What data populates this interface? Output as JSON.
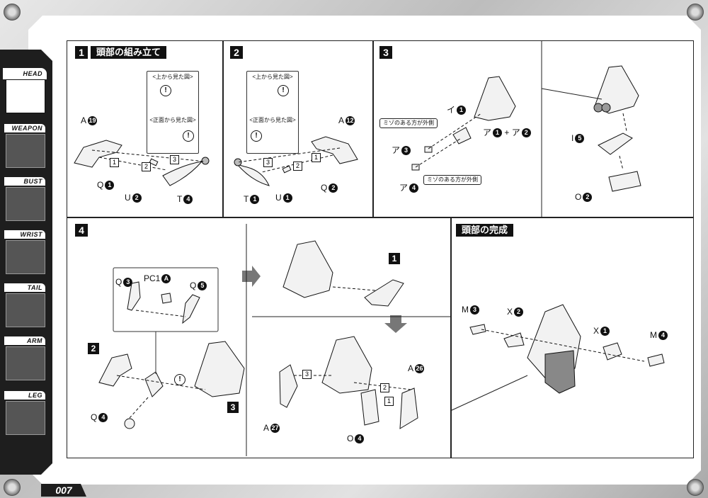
{
  "sidebar": {
    "items": [
      {
        "label": "HEAD",
        "active": true
      },
      {
        "label": "WEAPON",
        "active": false
      },
      {
        "label": "BUST",
        "active": false
      },
      {
        "label": "WRIST",
        "active": false
      },
      {
        "label": "TAIL",
        "active": false
      },
      {
        "label": "ARM",
        "active": false
      },
      {
        "label": "LEG",
        "active": false
      }
    ]
  },
  "page_number": "007",
  "steps": {
    "s1": {
      "badge": "1",
      "title": "頭部の組み立て",
      "callout": {
        "top_title": "<上から見た図>",
        "bottom_title": "<正面から見た図>"
      },
      "parts": {
        "a": "A",
        "a_num": "19",
        "q": "Q",
        "q_num": "1",
        "u": "U",
        "u_num": "2",
        "t": "T",
        "t_num": "4"
      },
      "seq": [
        "1",
        "2",
        "3"
      ]
    },
    "s2": {
      "badge": "2",
      "callout": {
        "top_title": "<上から見た図>",
        "bottom_title": "<正面から見た図>"
      },
      "parts": {
        "a": "A",
        "a_num": "12",
        "q": "Q",
        "q_num": "2",
        "u": "U",
        "u_num": "1",
        "t": "T",
        "t_num": "1"
      },
      "seq": [
        "1",
        "2",
        "3"
      ]
    },
    "s3": {
      "badge": "3",
      "note1": "ミゾのある方が外側",
      "note2": "ミゾのある方が外側",
      "parts": {
        "i": "イ",
        "i_num": "1",
        "a3": "ア",
        "a3_num": "3",
        "a4": "ア",
        "a4_num": "4",
        "combo": "ア",
        "combo_n1": "1",
        "plus": "+",
        "combo2": "ア",
        "combo_n2": "2",
        "i5": "I",
        "i5_num": "5",
        "o": "O",
        "o_num": "2"
      }
    },
    "s4": {
      "badge": "4",
      "parts": {
        "q3": "Q",
        "q3_num": "3",
        "pc": "PC1",
        "pc_num": "A",
        "q5": "Q",
        "q5_num": "5",
        "q4": "Q",
        "q4_num": "4",
        "box2": "2",
        "box3": "3",
        "sub_box1": "1",
        "a26": "A",
        "a26_num": "26",
        "a27": "A",
        "a27_num": "27",
        "o4": "O",
        "o4_num": "4"
      },
      "seq": [
        "1",
        "2",
        "3"
      ]
    },
    "complete": {
      "title": "頭部の完成",
      "parts": {
        "m3": "M",
        "m3_num": "3",
        "x2": "X",
        "x2_num": "2",
        "x1": "X",
        "x1_num": "1",
        "m4": "M",
        "m4_num": "4"
      }
    }
  },
  "icons": {
    "exclaim": "!"
  }
}
